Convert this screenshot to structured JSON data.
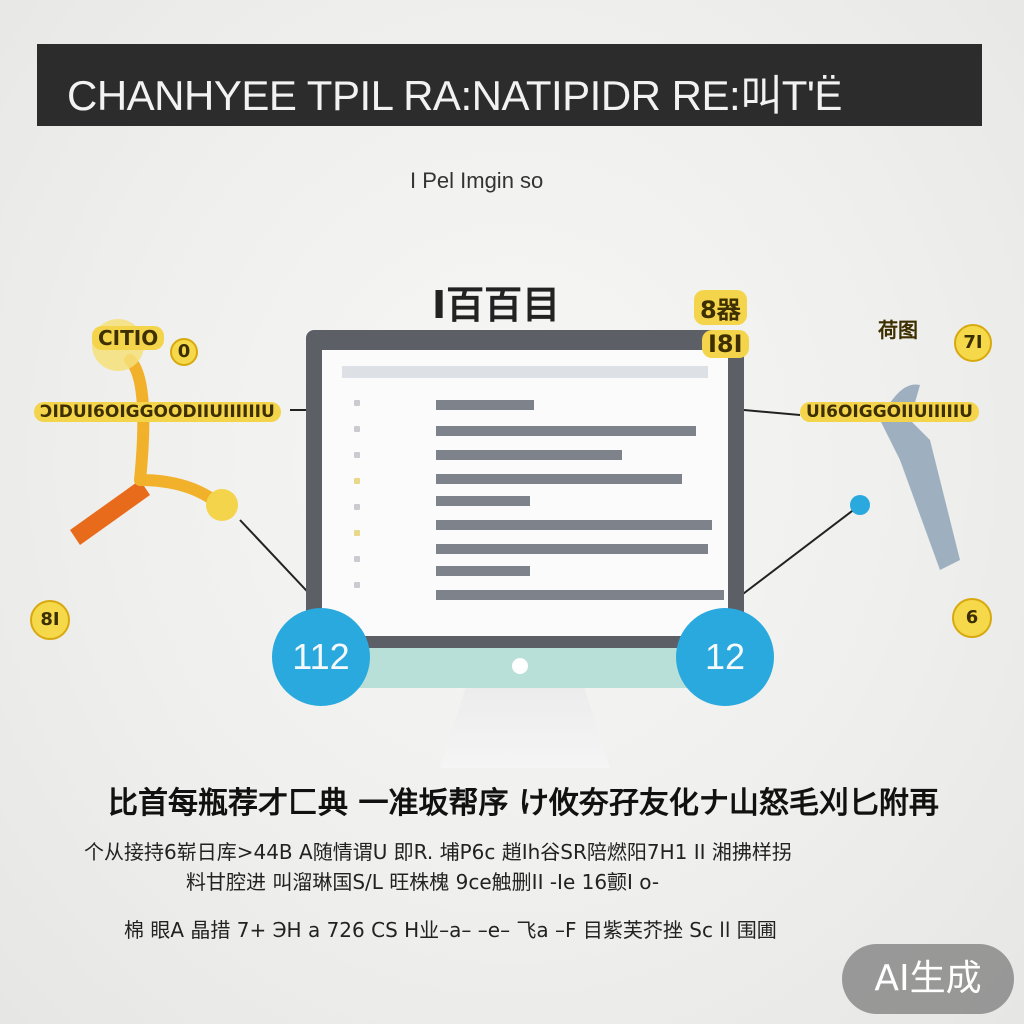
{
  "header": {
    "title": "CHANHYEE TPIL RA:NATIPIDR RE:叫T'Ë"
  },
  "subtitle": "I Pel Imgin so",
  "center_label": "I百百目",
  "monitor": {
    "left_bubble": "112",
    "right_bubble": "12"
  },
  "callouts": {
    "left_top": "CITIO",
    "left_top_num": "0",
    "left_mid": "ƆIDUI6OIGGOODIIUIIIIIIU",
    "left_low_num": "8I",
    "right_top_a": "8器",
    "right_top_b": "I8I",
    "right_top_c": "荷图",
    "right_top_num": "7I",
    "right_mid": "UI6OIGGOIIUIIIIIU",
    "right_low_num": "6"
  },
  "body": {
    "heading": "比首每瓶荐才匚典 一准坂帮序 け攸夯孖友化ナ山怒毛刈匕附再",
    "line1": "个从接持6崭日库>44B A随情谓U 即R. 埔P6c 趙Ih谷SR陪燃阳7H1 II 湘拂样拐",
    "line2": "料甘腔进 叫溜琳国S/L  旺株槐  9ce触删II  -Ie 16颤I o-",
    "line3": "棉 眼A 晶措 7+ ЭH  a 726   CS  H业–a– –e– 飞a –F 目紫芙芥挫 Sc ll 围圃"
  },
  "badge": "AI生成",
  "colors": {
    "accent_blue": "#29a9de",
    "gold": "#f3d44a",
    "orange": "#e86b1c",
    "title_bg": "#2c2c2c"
  }
}
